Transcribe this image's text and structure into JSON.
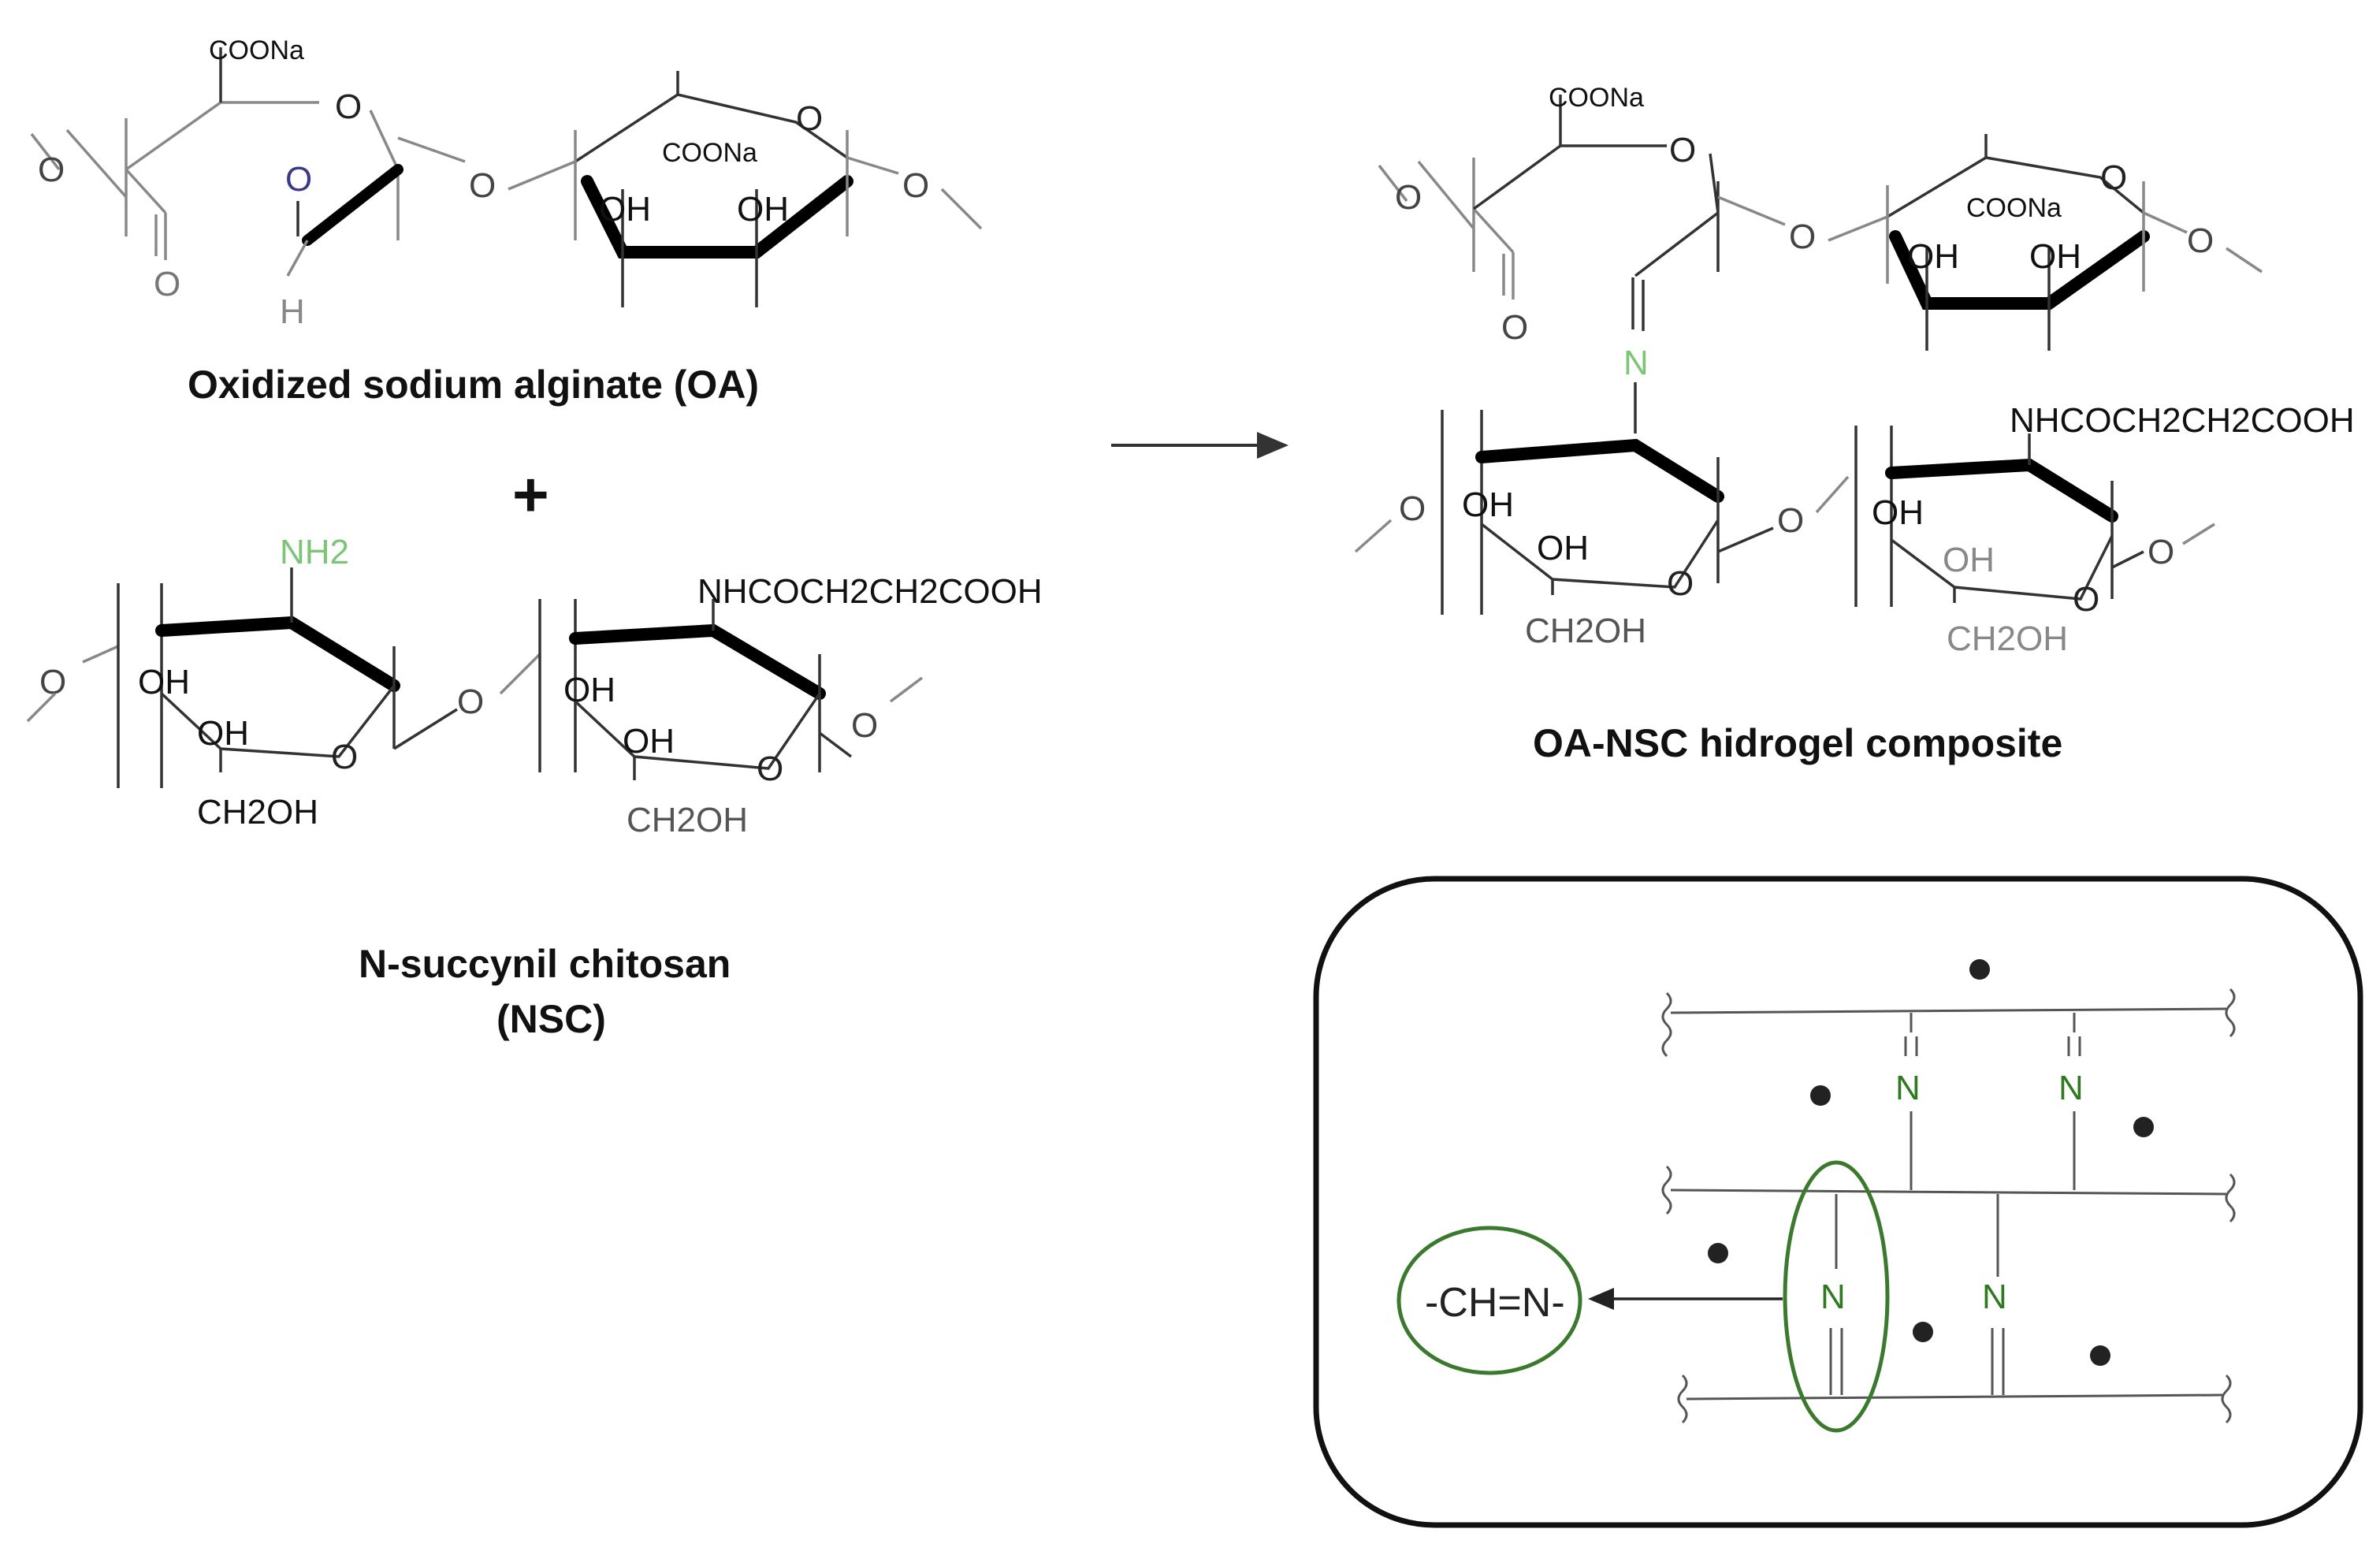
{
  "reactants": {
    "oa_caption": "Oxidized sodium alginate (OA)",
    "plus_sign": "+",
    "nsc_caption_line1": "N-succynil chitosan",
    "nsc_caption_line2": "(NSC)"
  },
  "product": {
    "caption": "OA-NSC hidrogel composite"
  },
  "atoms": {
    "coona": "COONa",
    "oxygen": "O",
    "hydrogen": "H",
    "hydroxyl": "OH",
    "nh2": "NH2",
    "nitrogen": "N",
    "ch2oh": "CH2OH",
    "succinyl": "NHCOCH2CH2COOH"
  },
  "inset": {
    "imine_label": "-CH=N-",
    "crosslink_atom": "N"
  },
  "colors": {
    "nh2_green": "#7cc576",
    "imine_green": "#2f7a20",
    "aldehyde_blue": "#3a3a8a",
    "gray": "#7a7a7a"
  }
}
